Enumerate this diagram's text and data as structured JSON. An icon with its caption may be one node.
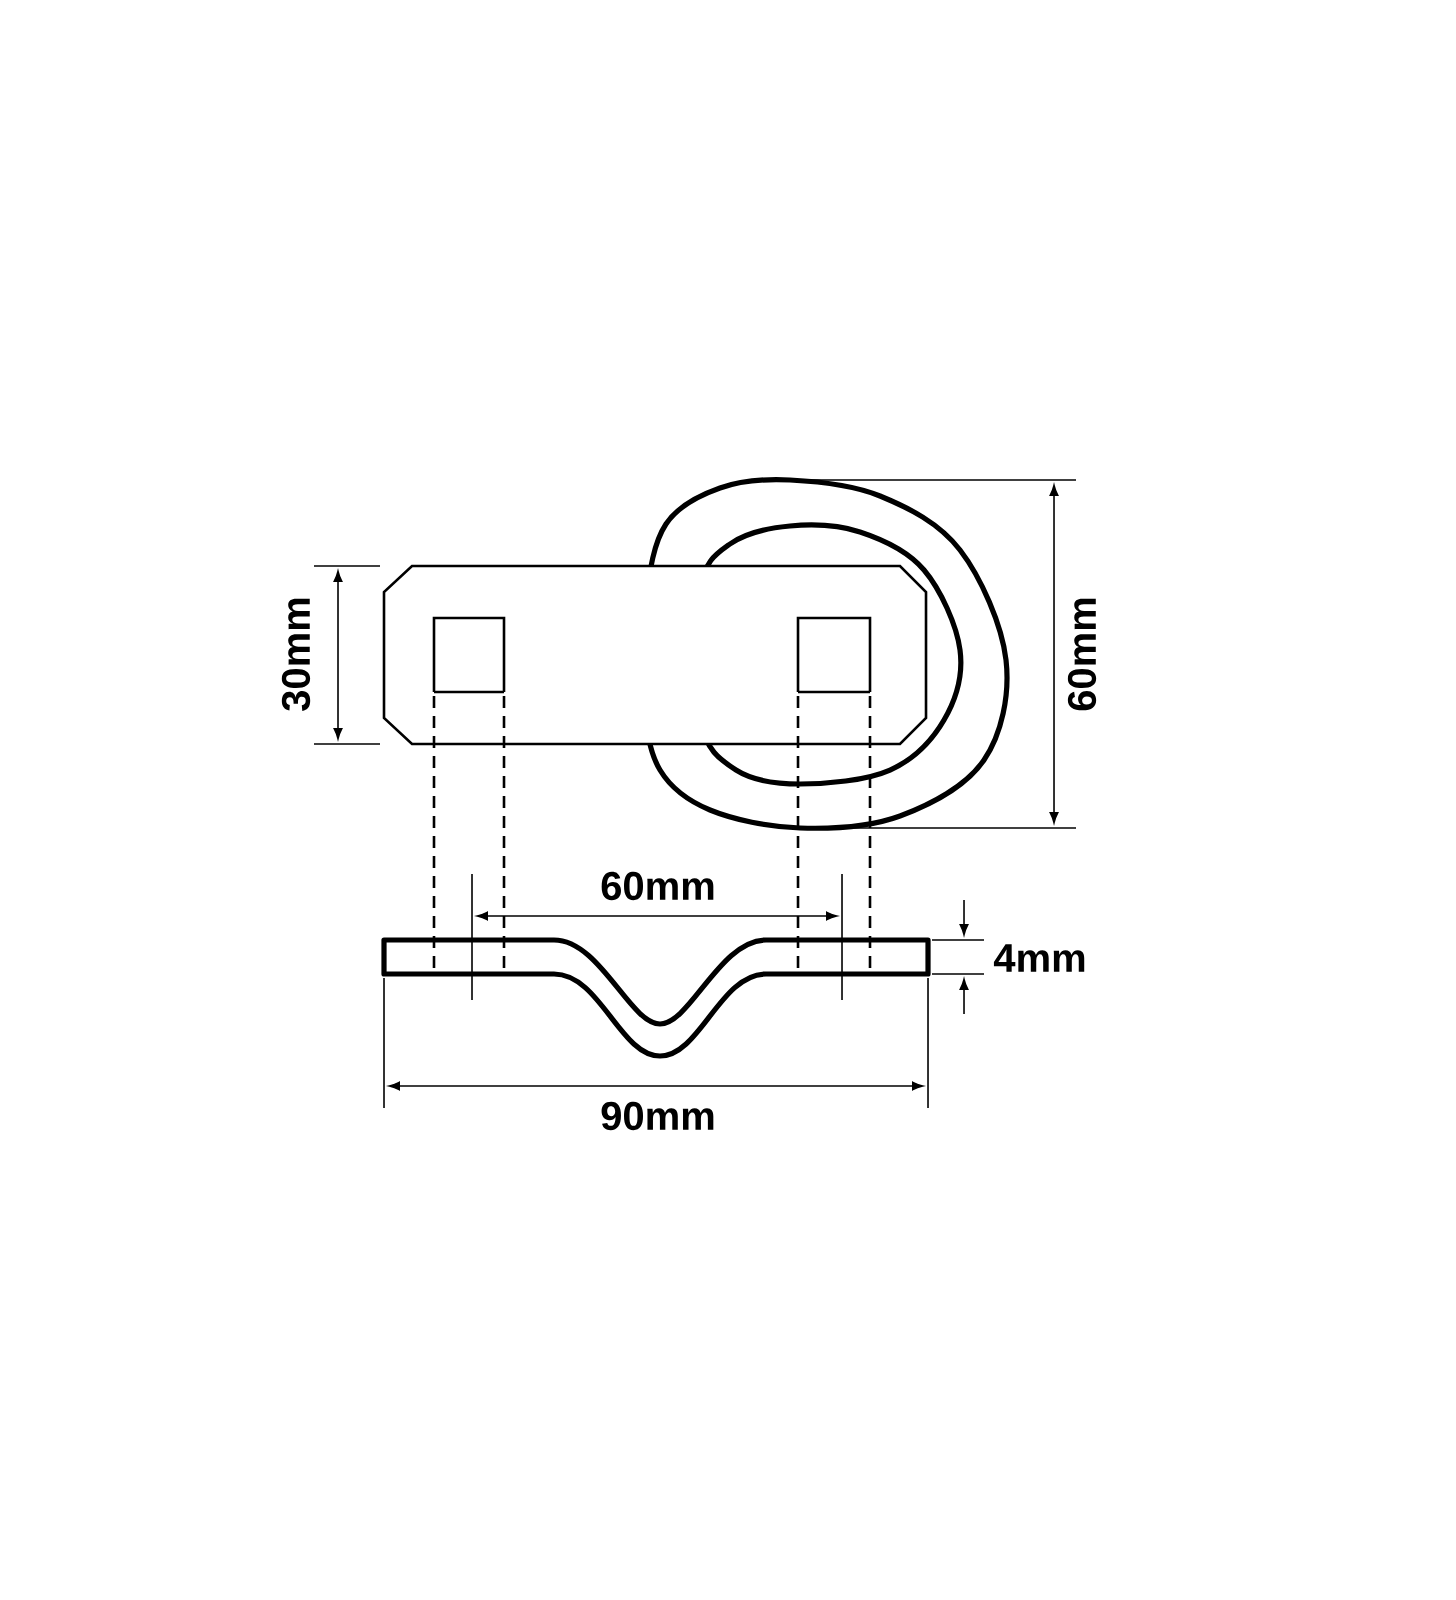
{
  "diagram": {
    "labels": [
      "30mm",
      "60mm",
      "60mm",
      "4mm",
      "90mm"
    ]
  }
}
